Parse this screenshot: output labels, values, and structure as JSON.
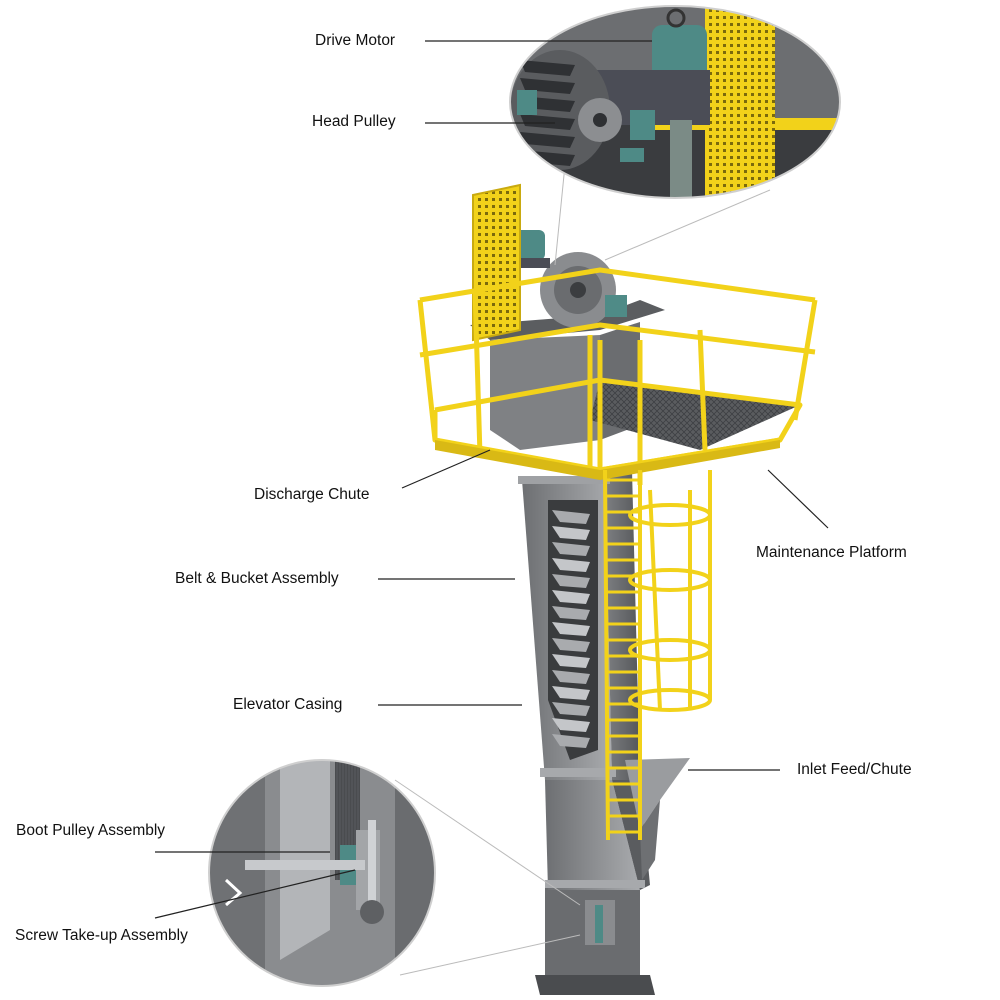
{
  "labels": {
    "drive_motor": "Drive Motor",
    "head_pulley": "Head Pulley",
    "discharge_chute": "Discharge Chute",
    "belt_bucket": "Belt & Bucket Assembly",
    "elevator_casing": "Elevator Casing",
    "boot_pulley": "Boot Pulley Assembly",
    "screw_takeup": "Screw Take-up Assembly",
    "maintenance_platform": "Maintenance Platform",
    "inlet_feed": "Inlet Feed/Chute"
  },
  "colors": {
    "steel": "#8f9194",
    "steel_dark": "#5e6063",
    "steel_light": "#b8babd",
    "safety_yellow": "#f2d21a",
    "motor_teal": "#4e8a86",
    "leader_line": "#222222"
  }
}
